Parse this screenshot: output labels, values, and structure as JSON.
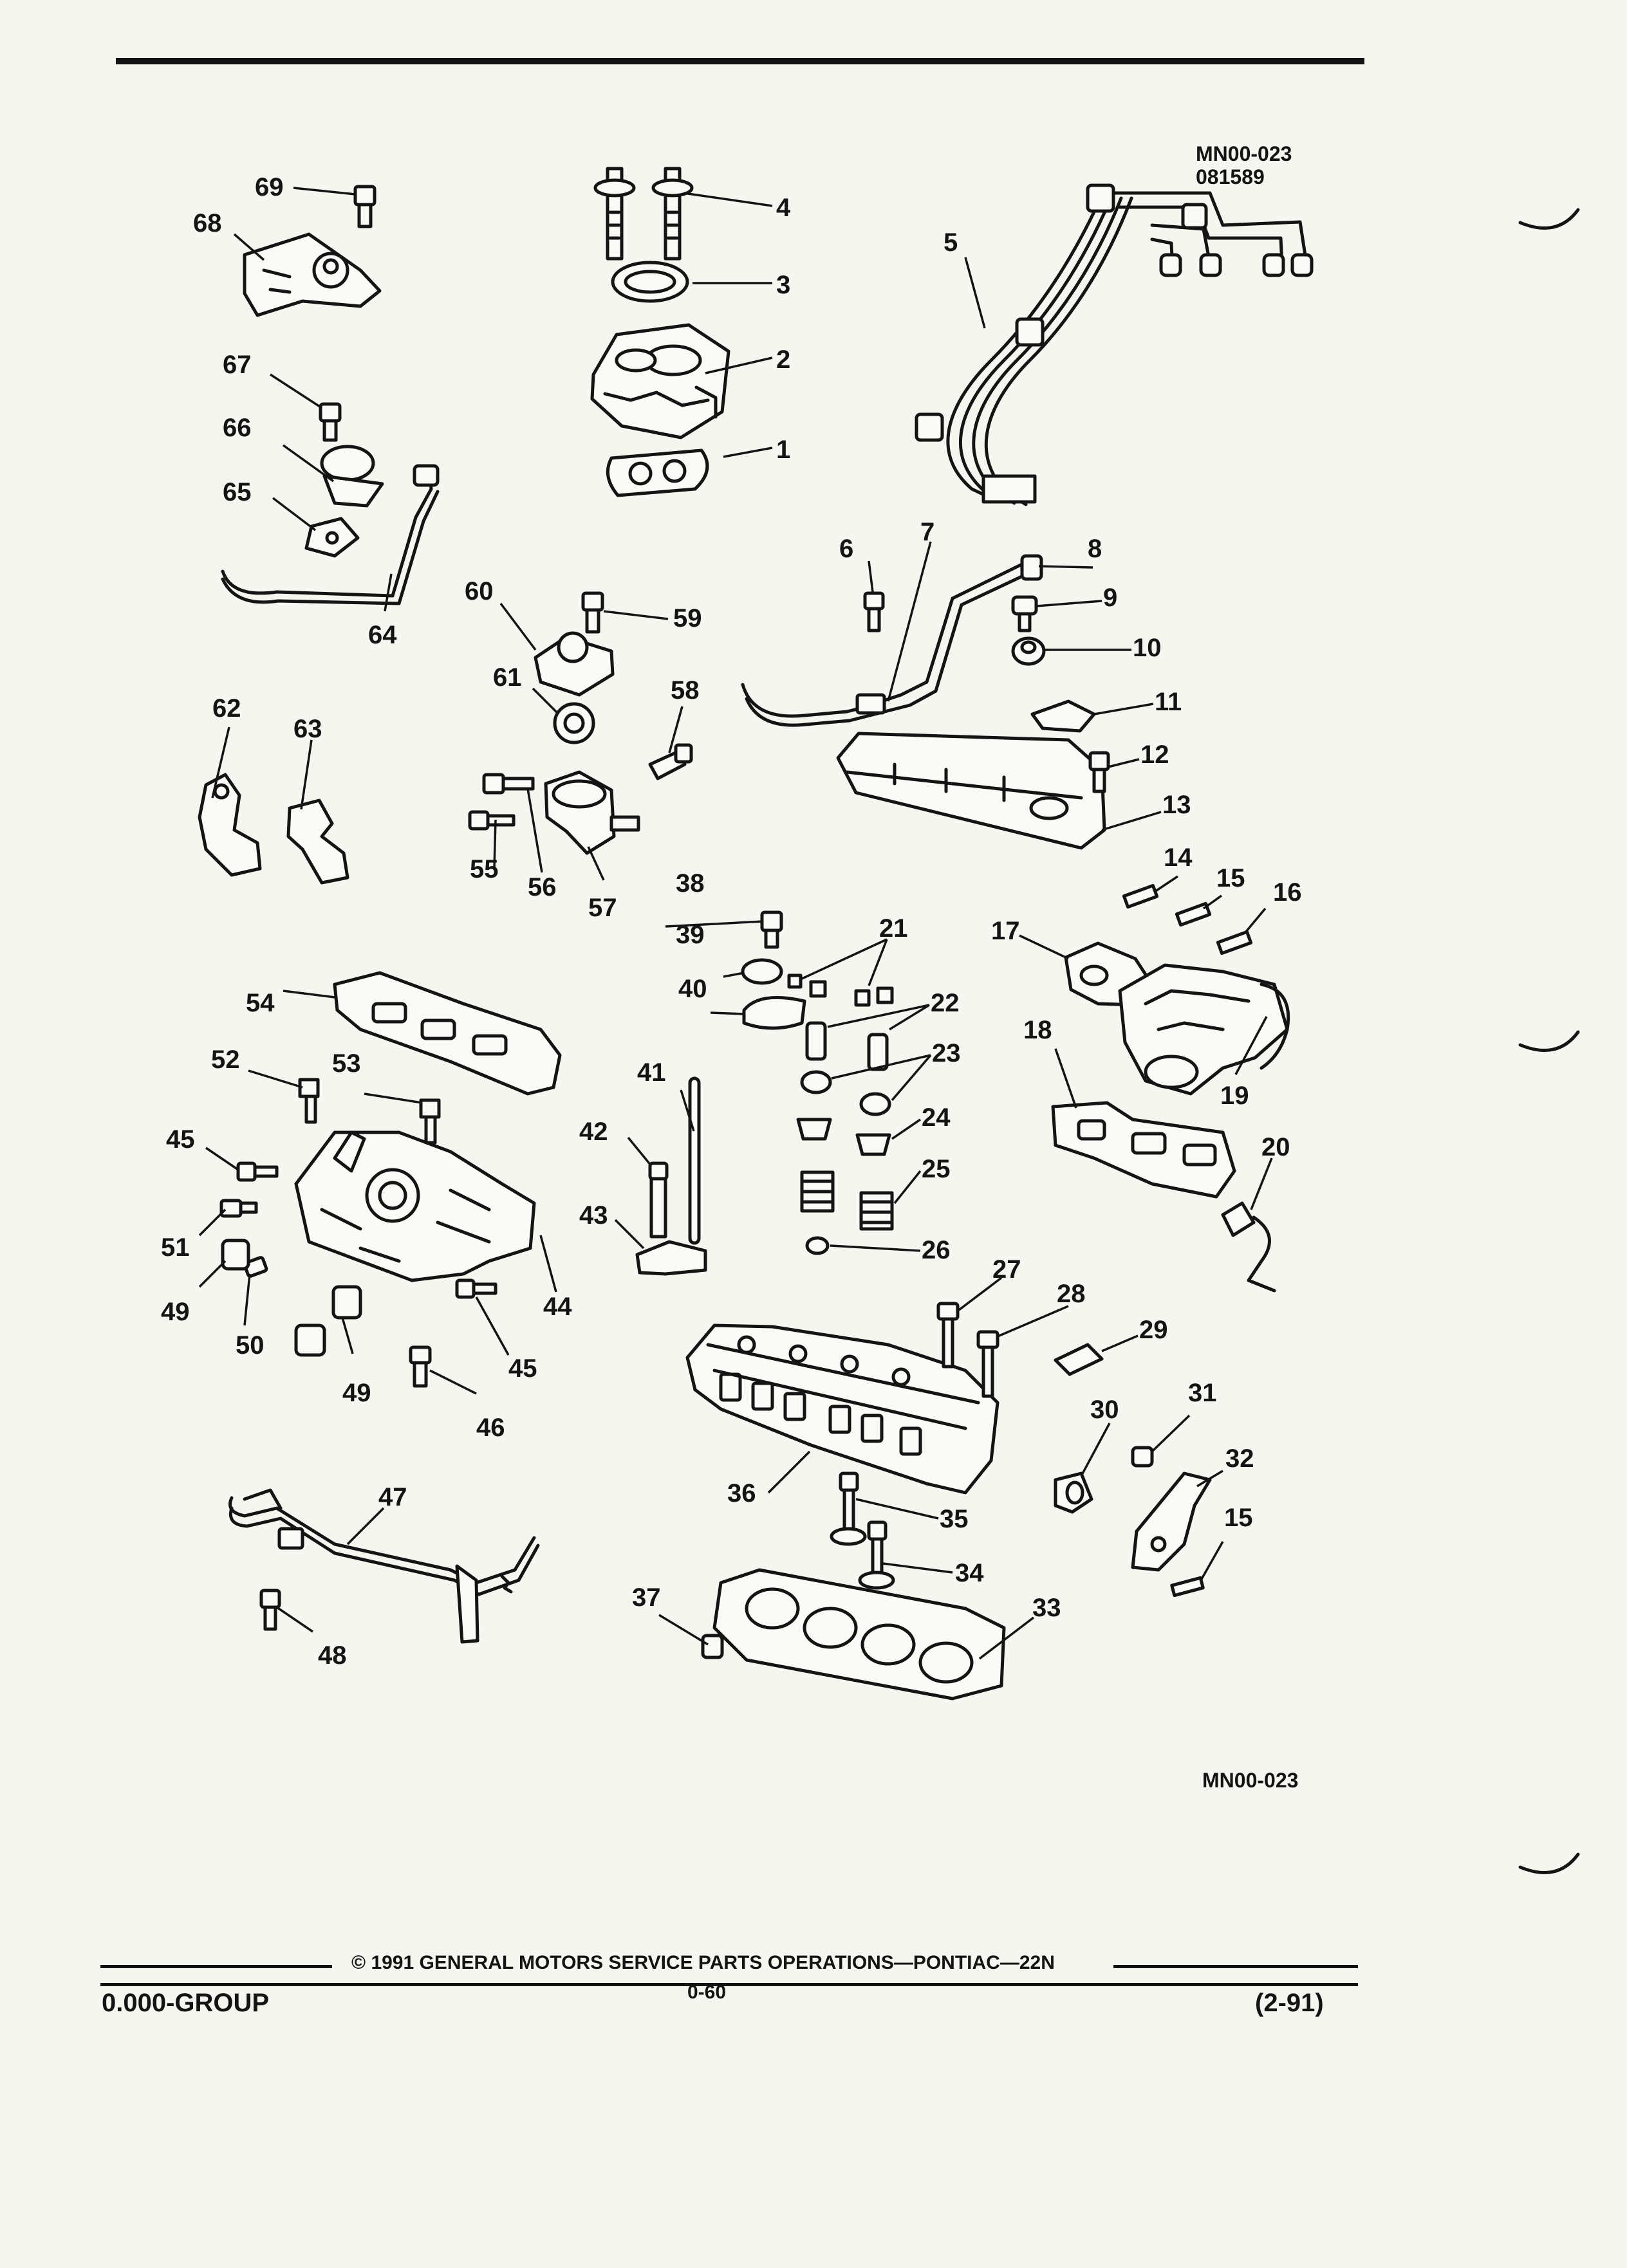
{
  "header": {
    "ref_code": "MN00-023",
    "date_code": "081589"
  },
  "figure_caption": "MN00-023",
  "callouts": [
    "1",
    "2",
    "3",
    "4",
    "5",
    "6",
    "7",
    "8",
    "9",
    "10",
    "11",
    "12",
    "13",
    "14",
    "15",
    "15",
    "16",
    "17",
    "18",
    "19",
    "20",
    "21",
    "22",
    "23",
    "24",
    "25",
    "26",
    "27",
    "28",
    "29",
    "30",
    "31",
    "32",
    "33",
    "34",
    "35",
    "36",
    "37",
    "38",
    "39",
    "40",
    "41",
    "42",
    "43",
    "44",
    "45",
    "45",
    "46",
    "47",
    "48",
    "49",
    "49",
    "50",
    "51",
    "52",
    "53",
    "54",
    "55",
    "56",
    "57",
    "58",
    "59",
    "60",
    "61",
    "62",
    "63",
    "64",
    "65",
    "66",
    "67",
    "68",
    "69"
  ],
  "footer": {
    "group": "0.000-GROUP",
    "copyright": "© 1991 GENERAL MOTORS SERVICE PARTS OPERATIONS—PONTIAC—22N",
    "page_number": "0-60",
    "revision": "(2-91)"
  }
}
